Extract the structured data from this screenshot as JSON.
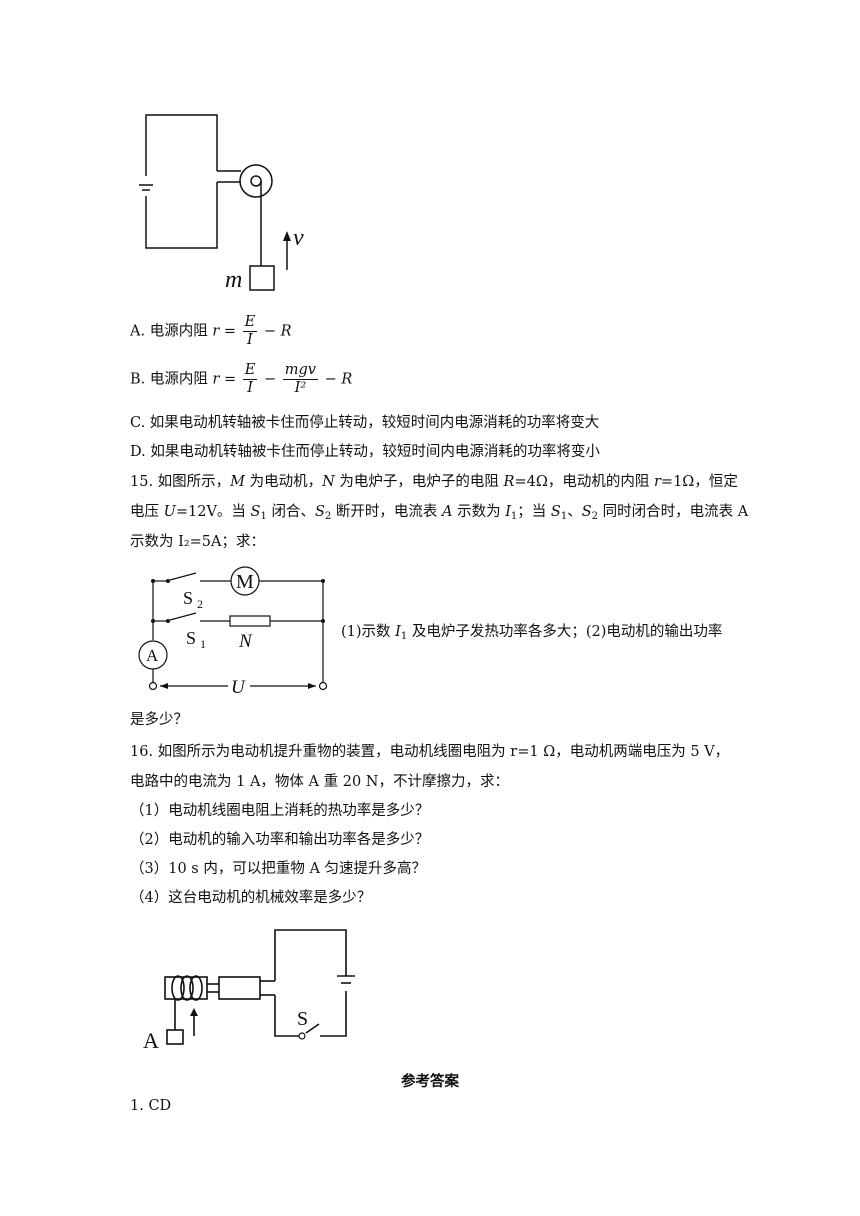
{
  "fig14": {
    "m_label": "m",
    "v_label": "v"
  },
  "q14": {
    "optA_prefix": "A.  电源内阻",
    "optA_formula_lhs": "r =",
    "optA_frac_num": "E",
    "optA_frac_den": "I",
    "optA_formula_rhs": "− R",
    "optB_prefix": "B.  电源内阻",
    "optB_formula_lhs": "r =",
    "optB_frac1_num": "E",
    "optB_frac1_den": "I",
    "optB_minus": "−",
    "optB_frac2_num": "mgv",
    "optB_frac2_den": "I²",
    "optB_formula_rhs": "− R",
    "optC": "C.  如果电动机转轴被卡住而停止转动，较短时间内电源消耗的功率将变大",
    "optD": "D.  如果电动机转轴被卡住而停止转动，较短时间内电源消耗的功率将变小"
  },
  "q15": {
    "line1_a": "15.  如图所示，",
    "line1_M": "M",
    "line1_b": " 为电动机，",
    "line1_N": "N",
    "line1_c": " 为电炉子，电炉子的电阻 ",
    "line1_R": "R",
    "line1_d": "=4Ω，电动机的内阻 ",
    "line1_r": "r",
    "line1_e": "=1Ω，恒定",
    "line2_a": "电压 ",
    "line2_U": "U",
    "line2_b": "=12V。当 ",
    "line2_S": "S",
    "line2_c": " 闭合、",
    "line2_S2": "S",
    "line2_d": " 断开时，电流表 ",
    "line2_A": "A",
    "line2_e": " 示数为 ",
    "line2_I": "I",
    "line2_f": "；当 ",
    "line2_S1b": "S",
    "line2_g": "、",
    "line2_S2b": "S",
    "line2_h": " 同时闭合时，电流表 A",
    "line3": "示数为 I₂=5A；求：",
    "question_a": "(1)示数 ",
    "question_I": "I",
    "question_b": " 及电炉子发热功率各多大；(2)电动机的输出功率",
    "question_end": "是多少？",
    "fig_labels": {
      "M": "M",
      "S2": "S",
      "S1": "S",
      "N": "N",
      "A": "A",
      "U": "U"
    }
  },
  "q16": {
    "line1": "16.  如图所示为电动机提升重物的装置，电动机线圈电阻为 r=1 Ω，电动机两端电压为 5 V，",
    "line2": "电路中的电流为 1 A，物体 A 重 20 N，不计摩擦力，求：",
    "items": [
      "（1）电动机线圈电阻上消耗的热功率是多少？",
      "（2）电动机的输入功率和输出功率各是多少？",
      "（3）10 s 内，可以把重物 A 匀速提升多高？",
      "（4）这台电动机的机械效率是多少？"
    ],
    "fig_labels": {
      "A": "A",
      "S": "S"
    }
  },
  "answers": {
    "title": "参考答案",
    "first": "1. CD"
  }
}
